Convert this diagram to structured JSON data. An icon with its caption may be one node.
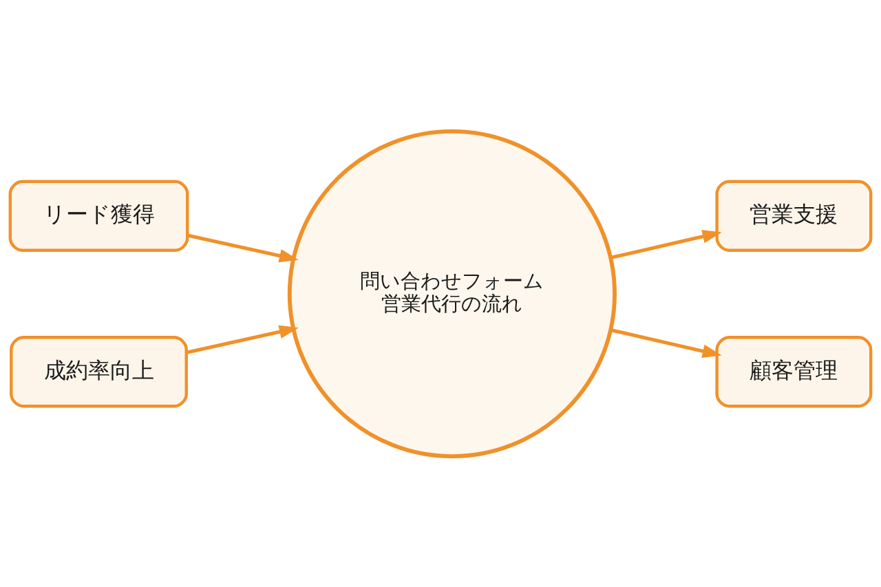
{
  "diagram": {
    "nodes": [
      {
        "text": [
          "リード獲得"
        ]
      },
      {
        "text": [
          "営業支援"
        ]
      },
      {
        "text": [
          "問い合わせフォーム",
          "営業代行の流れ"
        ]
      },
      {
        "text": [
          "成約率向上"
        ]
      },
      {
        "text": [
          "顧客管理"
        ]
      }
    ],
    "edges": [
      {
        "from": 0,
        "to": 2,
        "arrow": "to"
      },
      {
        "from": 2,
        "to": 1,
        "arrow": "to"
      },
      {
        "from": 3,
        "to": 2,
        "arrow": "to"
      },
      {
        "from": 2,
        "to": 4,
        "arrow": "to"
      }
    ]
  }
}
